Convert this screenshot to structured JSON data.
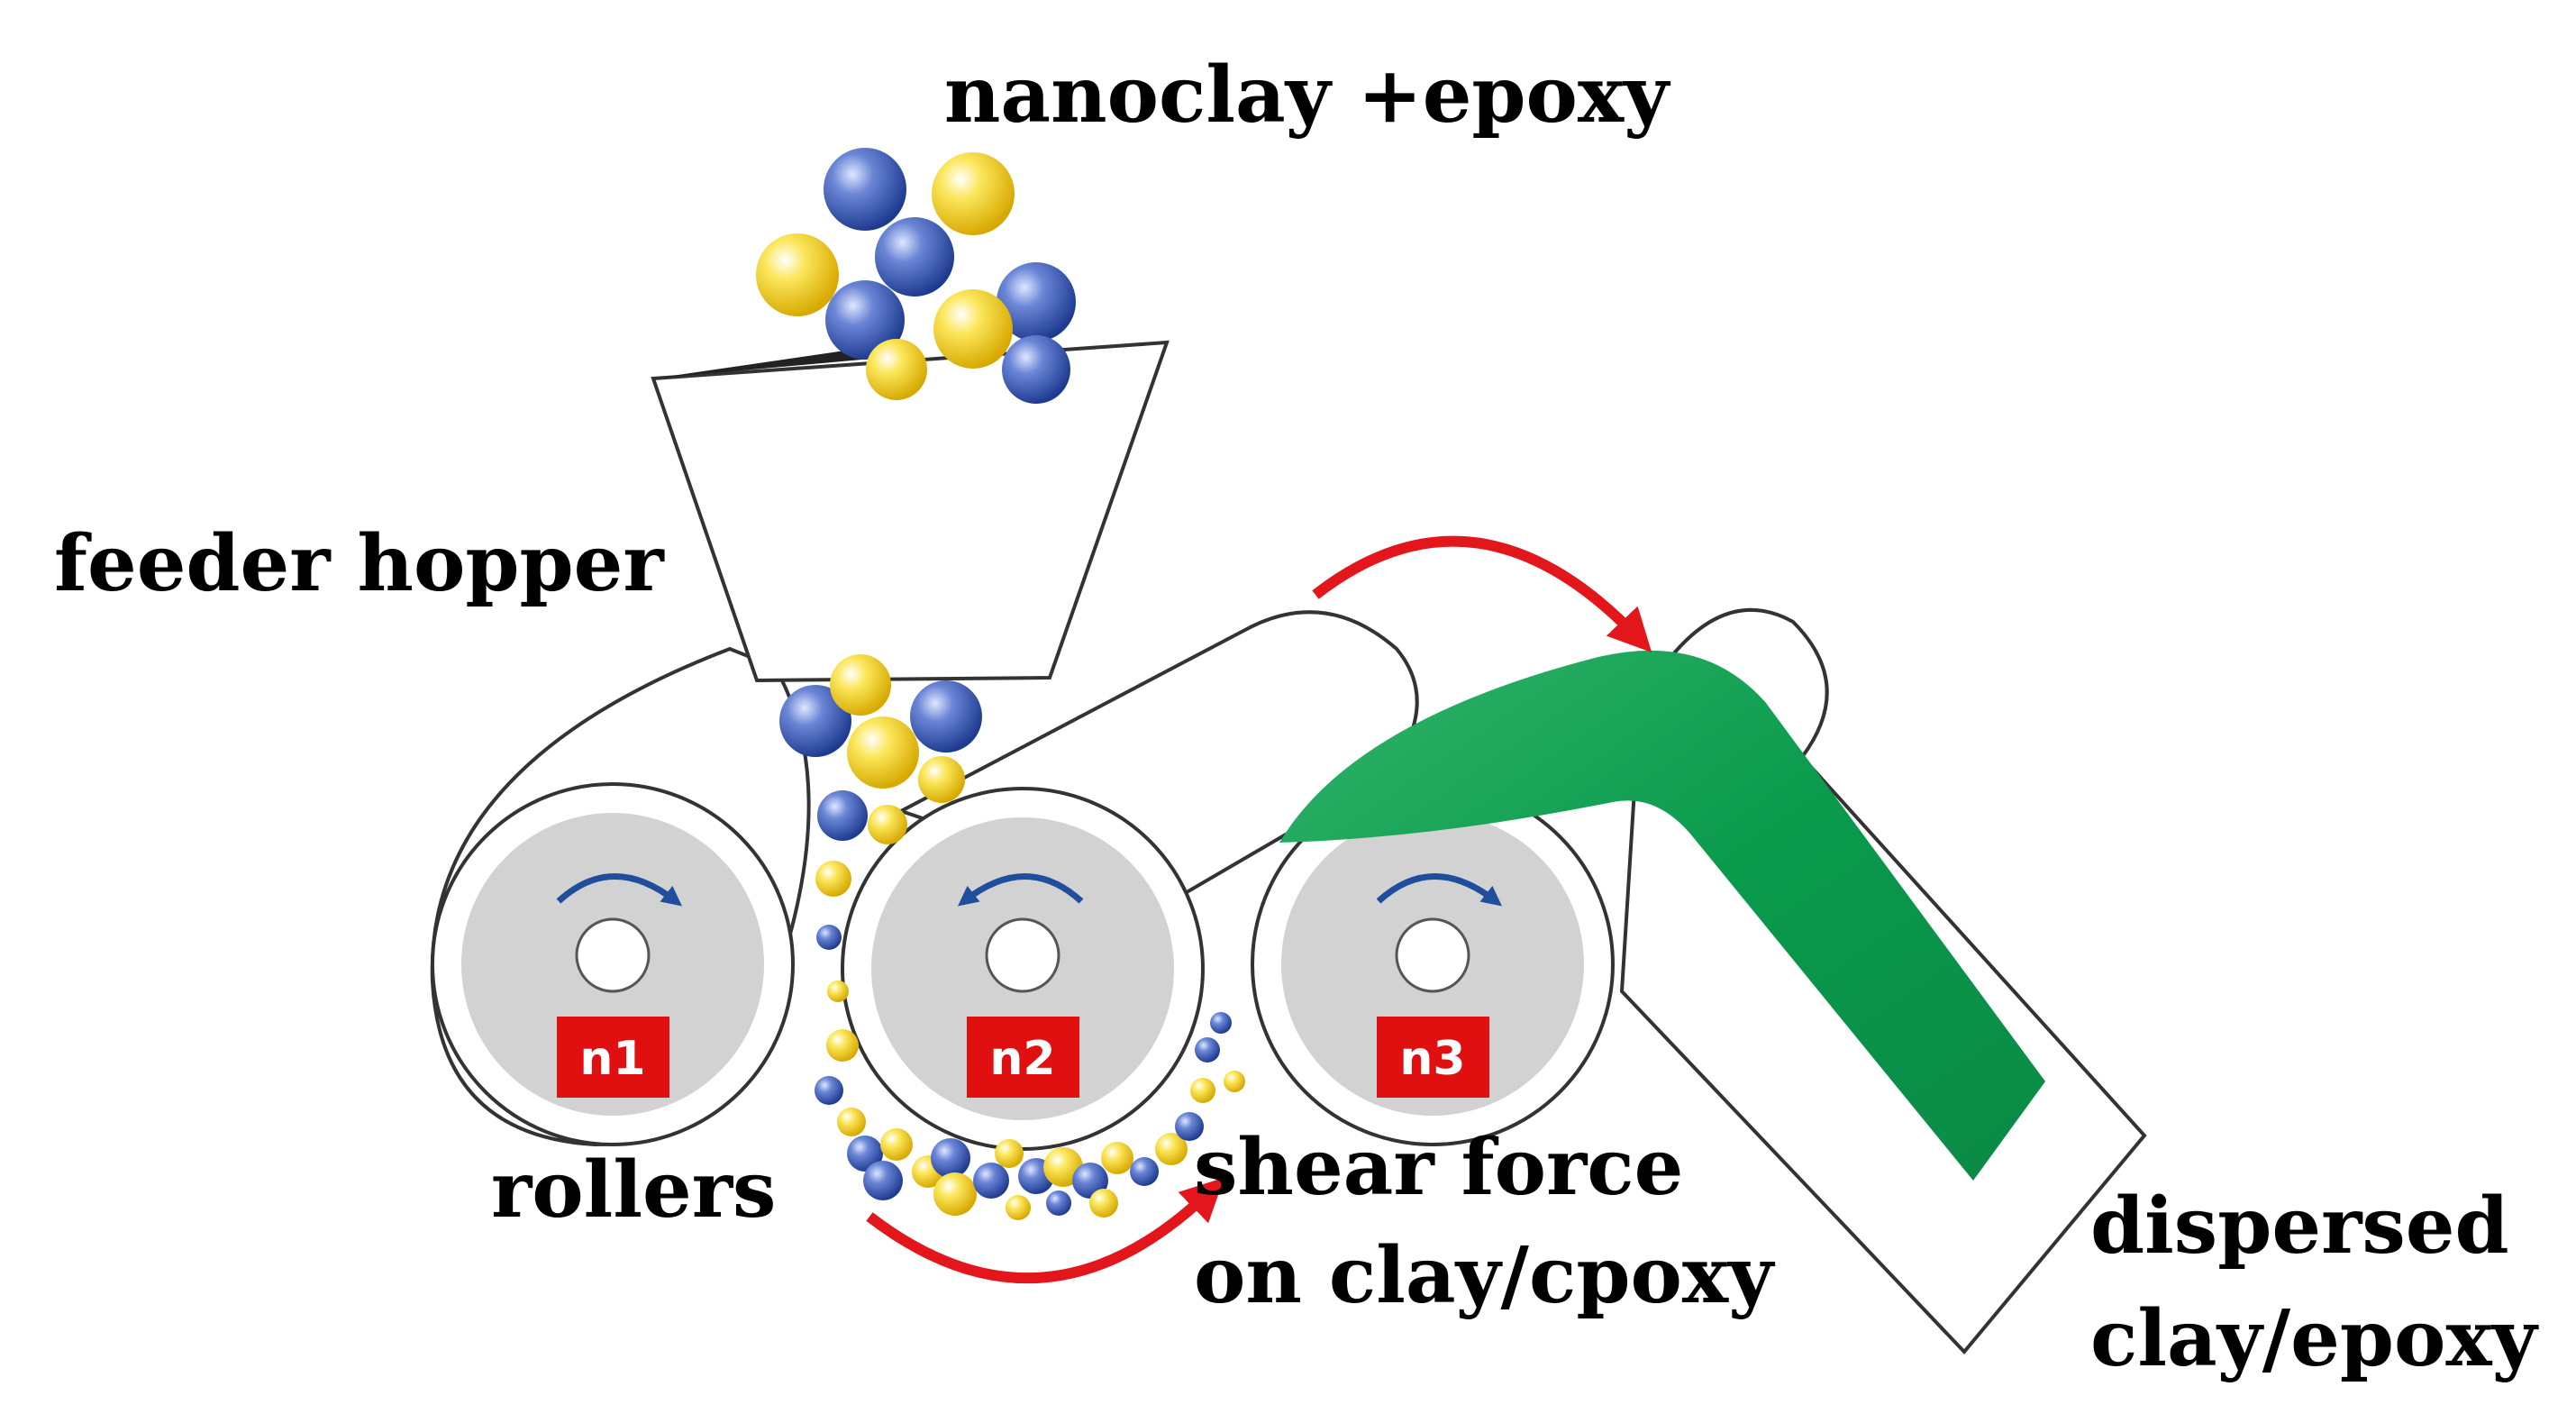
{
  "labels": {
    "input": "nanoclay +epoxy",
    "hopper": "feeder hopper",
    "rollers": "rollers",
    "shear_line1": "shear force",
    "shear_line2": "on clay/cpoxy",
    "output_line1": "dispersed",
    "output_line2": "clay/epoxy"
  },
  "rollers": [
    {
      "label": "n1",
      "rotation": "clockwise"
    },
    {
      "label": "n2",
      "rotation": "counter-clockwise"
    },
    {
      "label": "n3",
      "rotation": "clockwise"
    }
  ],
  "colors": {
    "nanoclay_particle": "#2f4fa8",
    "epoxy_particle": "#f2d21c",
    "roller_face": "#d2d2d2",
    "badge": "#e01010",
    "flow_arrow": "#e3161c",
    "rotation_arrow": "#1f4e9c",
    "dispersed_product": "#0a9a4c",
    "outline": "#333333"
  }
}
